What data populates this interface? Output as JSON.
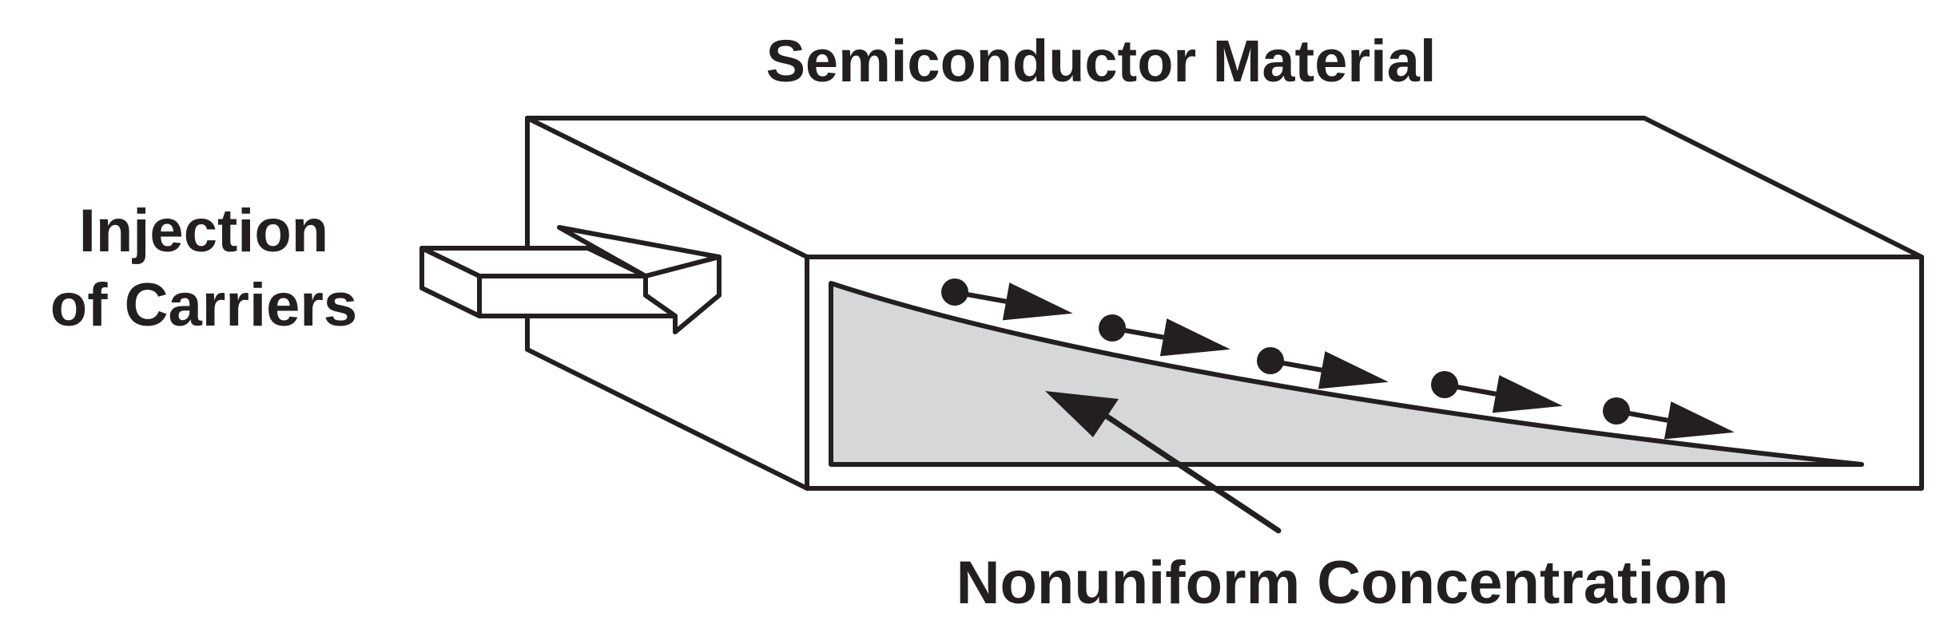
{
  "labels": {
    "title": "Semiconductor Material",
    "injection_line1": "Injection",
    "injection_line2": "of Carriers",
    "nonuniform": "Nonuniform Concentration"
  },
  "colors": {
    "ink": "#231f20",
    "concentration_fill": "#d6d7d9",
    "background": "#ffffff"
  },
  "carriers": {
    "count": 5,
    "direction": "right",
    "icon": "carrier-dot-with-arrow"
  },
  "concentration_profile": {
    "shape": "decaying",
    "direction": "left-to-right"
  }
}
